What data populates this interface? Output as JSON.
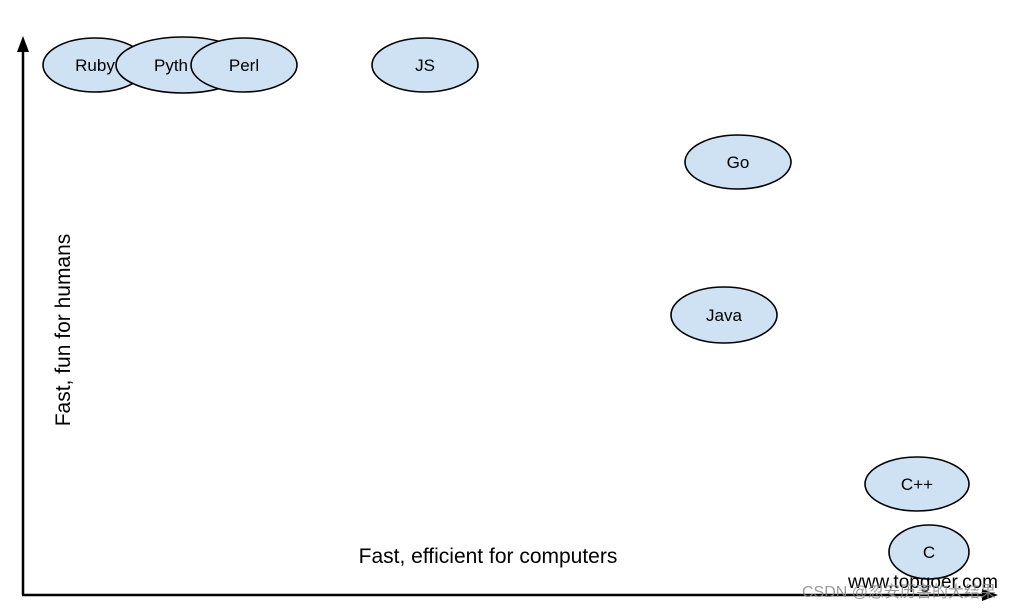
{
  "diagram": {
    "x_axis_label": "Fast, efficient for computers",
    "y_axis_label": "Fast, fun for humans",
    "languages": [
      {
        "id": "ruby",
        "label": "Ruby"
      },
      {
        "id": "python",
        "label": "Pyth"
      },
      {
        "id": "perl",
        "label": "Perl"
      },
      {
        "id": "js",
        "label": "JS"
      },
      {
        "id": "go",
        "label": "Go"
      },
      {
        "id": "java",
        "label": "Java"
      },
      {
        "id": "cpp",
        "label": "C++"
      },
      {
        "id": "c",
        "label": "C"
      }
    ]
  },
  "colors": {
    "bubble_fill": "#cfe2f3",
    "outline": "#000000",
    "watermark": "#8a8a8a"
  },
  "watermark": {
    "site": "www.topgoer.com",
    "csdn": "CSDN @忽安历害的大结果"
  }
}
